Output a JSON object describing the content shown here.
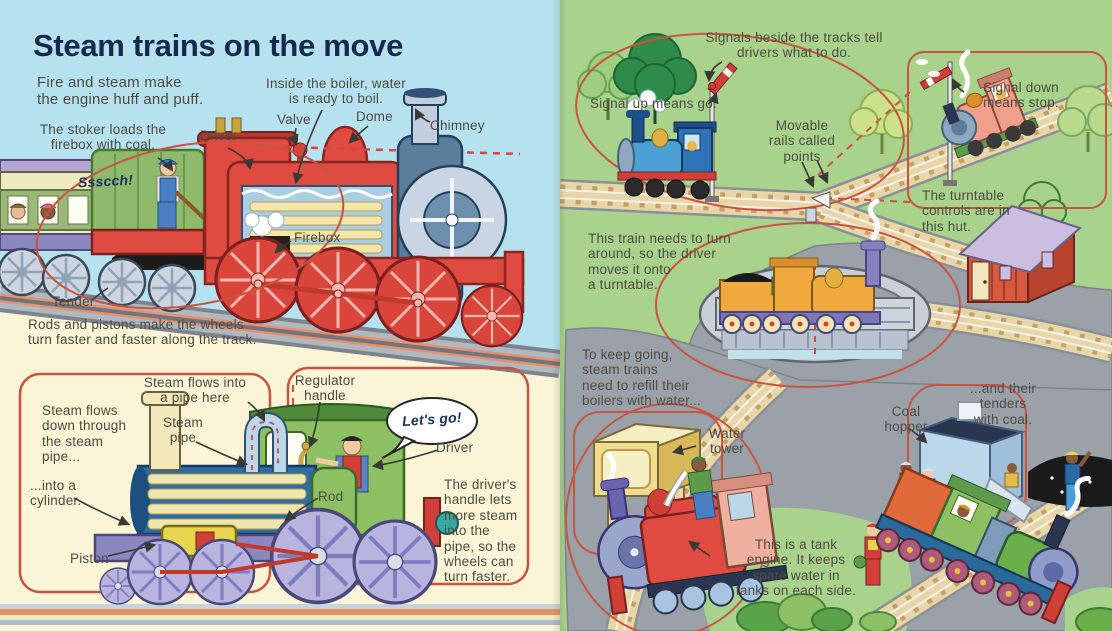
{
  "colors": {
    "sky": "#b6e2f0",
    "cream": "#fbf4d6",
    "grass": "#a9d28c",
    "yard_gray": "#9aa1a9",
    "frame_red": "#c85440",
    "text": "#4e4b42",
    "title": "#16294d"
  },
  "page_left": {
    "title": "Steam trains on the move",
    "intro": "Fire and steam make\nthe engine huff and puff.",
    "boiler_note": "Inside the boiler, water\nis ready to boil.",
    "stoker_note": "The stoker loads the\nfirebox with coal.",
    "driver_top": "Driver",
    "valve": "Valve",
    "dome": "Dome",
    "chimney": "Chimney",
    "hiss": "Ssscch!",
    "firebox": "Firebox",
    "tender": "Tender",
    "rods_note": "Rods and pistons make the wheels\nturn faster and faster along the track.",
    "steam_into_pipe": "Steam flows into\na pipe here",
    "regulator_handle": "Regulator\nhandle",
    "steam_down": "Steam flows\ndown through\nthe steam\npipe...",
    "steam_pipe": "Steam\npipe",
    "lets_go": "Let's go!",
    "driver_bottom": "Driver",
    "into_cylinder": "...into a\ncylinder.",
    "rod": "Rod",
    "drivers_handle_note": "The driver's\nhandle lets\nmore steam\ninto the\npipe, so the\nwheels can\nturn faster.",
    "piston": "Piston"
  },
  "page_right": {
    "signals_note": "Signals beside the tracks tell\ndrivers what to do.",
    "signal_up": "Signal up means go.",
    "signal_down": "Signal down\nmeans stop.",
    "points": "Movable\nrails called\npoints",
    "hut_note": "The turntable\ncontrols are in\nthis hut.",
    "turn_around_note": "This train needs to turn\naround, so the driver\nmoves it onto\na turntable.",
    "refill_note": "To keep going,\nsteam trains\nneed to refill their\nboilers with water...",
    "tenders_coal_note": "...and their\ntenders\nwith coal.",
    "water_tower": "Water\ntower",
    "coal_hopper": "Coal\nhopper",
    "tank_engine_note": "This is a tank\nengine. It keeps\nspare water in\ntanks on each side."
  }
}
